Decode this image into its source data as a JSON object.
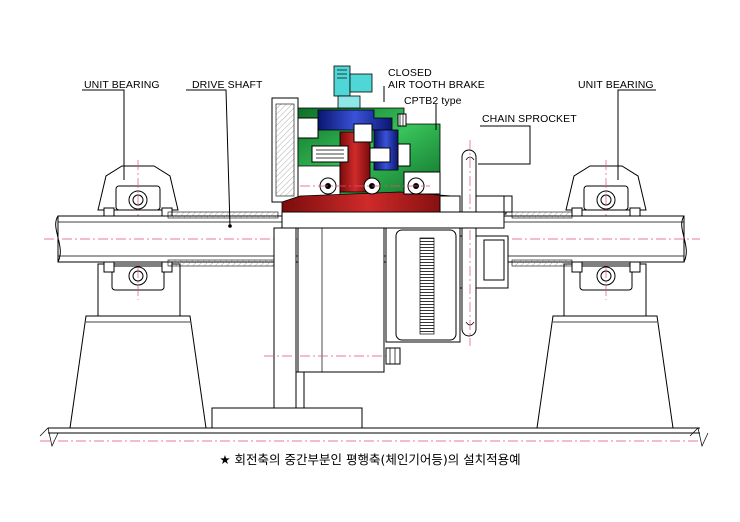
{
  "labels": {
    "unit_bearing_left": "UNIT BEARING",
    "drive_shaft": "DRIVE SHAFT",
    "closed": "CLOSED",
    "air_tooth_brake": "AIR TOOTH BRAKE",
    "cptb2_type": "CPTB2  type",
    "chain_sprocket": "CHAIN SPROCKET",
    "unit_bearing_right": "UNIT BEARING"
  },
  "caption": "★ 회전축의 중간부분인 평행축(체인기어등)의 설치적용예",
  "colors": {
    "hub_red": "#b01818",
    "body_green": "#1f9a3a",
    "plate_blue": "#1a2ea8",
    "fitting_cyan": "#4fd6d6",
    "centerline_pink": "#e0507a",
    "outline": "#000000"
  }
}
